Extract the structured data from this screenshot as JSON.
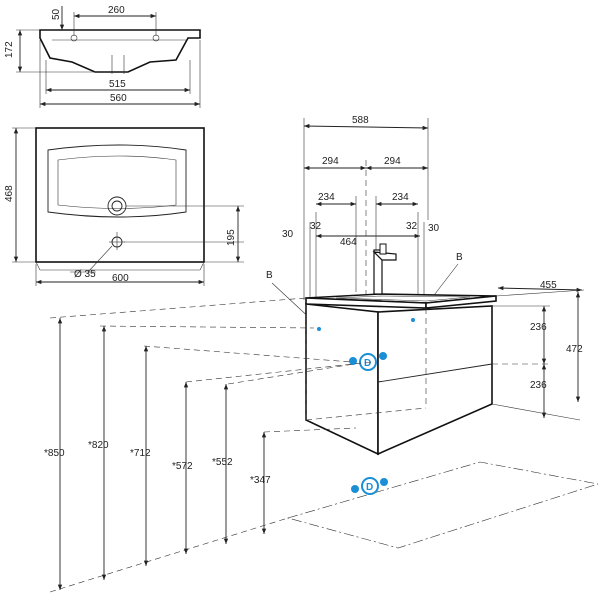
{
  "top_view": {
    "dim_50": "50",
    "dim_260": "260",
    "dim_172": "172",
    "dim_515": "515",
    "dim_560": "560"
  },
  "plan_view": {
    "dim_468": "468",
    "dim_195": "195",
    "dim_hole": "Ø 35",
    "dim_600": "600"
  },
  "iso_view": {
    "dim_588": "588",
    "dim_294_left": "294",
    "dim_294_right": "294",
    "dim_234_left": "234",
    "dim_234_right": "234",
    "dim_30_left": "30",
    "dim_32_left": "32",
    "dim_464": "464",
    "dim_32_right": "32",
    "dim_30_right": "30",
    "label_b_left": "B",
    "label_b_right": "B",
    "dim_455": "455",
    "dim_236_top": "236",
    "dim_236_bottom": "236",
    "dim_472": "472",
    "heights": [
      "*850",
      "*820",
      "*712",
      "*572",
      "*552",
      "*347"
    ],
    "connector_letter_upper": "D",
    "connector_letter_lower": "D",
    "blue_color": "#1a8fd6"
  }
}
